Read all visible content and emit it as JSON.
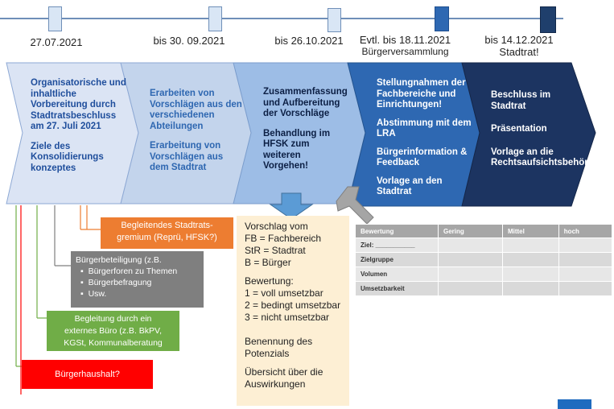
{
  "timeline": {
    "dates": [
      {
        "label": "27.07.2021",
        "sub": ""
      },
      {
        "label": "bis 30. 09.2021",
        "sub": ""
      },
      {
        "label": "bis 26.10.2021",
        "sub": ""
      },
      {
        "label": "Evtl. bis 18.11.2021",
        "sub": "Bürgerversammlung"
      },
      {
        "label": "bis 14.12.2021",
        "sub": "Stadtrat!"
      }
    ]
  },
  "chevrons": [
    {
      "lines": [
        "Organisatorische und inhaltliche Vorbereitung durch Stadtratsbeschluss am 27. Juli 2021",
        "Ziele des Konsolidierungs konzeptes"
      ],
      "color": "#dbe4f4",
      "text_color": "#1f4e9c"
    },
    {
      "lines": [
        "Erarbeiten von Vorschlägen aus den verschiedenen Abteilungen",
        "Erarbeitung von Vorschlägen aus dem Stadtrat"
      ],
      "color": "#c3d4ec",
      "text_color": "#2e67b1"
    },
    {
      "lines": [
        "Zusammenfassung und Aufbereitung der Vorschläge",
        "Behandlung im HFSK zum weiteren Vorgehen!"
      ],
      "color": "#9dbde6",
      "text_color": "#0c1f44"
    },
    {
      "lines": [
        "Stellungnahmen der Fachbereiche und Einrichtungen!",
        "Abstimmung mit dem LRA",
        "Bürgerinformation & Feedback",
        "Vorlage an den Stadtrat"
      ],
      "color": "#2e68b2",
      "text_color": "#ffffff"
    },
    {
      "lines": [
        "Beschluss im Stadtrat",
        "Präsentation",
        "Vorlage an die Rechtsaufsichtsbehörde"
      ],
      "color": "#1c3461",
      "text_color": "#ffffff"
    }
  ],
  "side_boxes": {
    "orange": {
      "line1": "Begleitendes Stadtrats-",
      "line2": "gremium (Reprü, HFSK?)",
      "color": "#ed7d31"
    },
    "gray": {
      "title": "Bürgerbeteiligung (z.B.",
      "items": [
        "Bürgerforen zu Themen",
        "Bürgerbefragung",
        "Usw."
      ],
      "color": "#7f7f7f"
    },
    "green": {
      "line1": "Begleitung durch ein",
      "line2": "externes Büro (z.B. BkPV,",
      "line3": "KGSt, Kommunalberatung",
      "color": "#70ad47"
    },
    "red": {
      "label": "Bürgerhaushalt?",
      "color": "#ff0000"
    }
  },
  "notes": {
    "title": "Vorschlag vom",
    "abbr": [
      "FB = Fachbereich",
      "StR = Stadtrat",
      "B = Bürger"
    ],
    "bewertung_title": "Bewertung:",
    "bewertung": [
      "1 = voll umsetzbar",
      "2 = bedingt umsetzbar",
      "3 = nicht umsetzbar"
    ],
    "benennung": [
      "Benennung des",
      "Potenzials"
    ],
    "uebersicht": [
      "Übersicht über die",
      "Auswirkungen"
    ],
    "color": "#fdefd4"
  },
  "table": {
    "headers": [
      "Bewertung",
      "Gering",
      "Mittel",
      "hoch"
    ],
    "rows": [
      "Ziel: ___________",
      "Zielgruppe",
      "Volumen",
      "Umsetzbarkeit"
    ]
  }
}
